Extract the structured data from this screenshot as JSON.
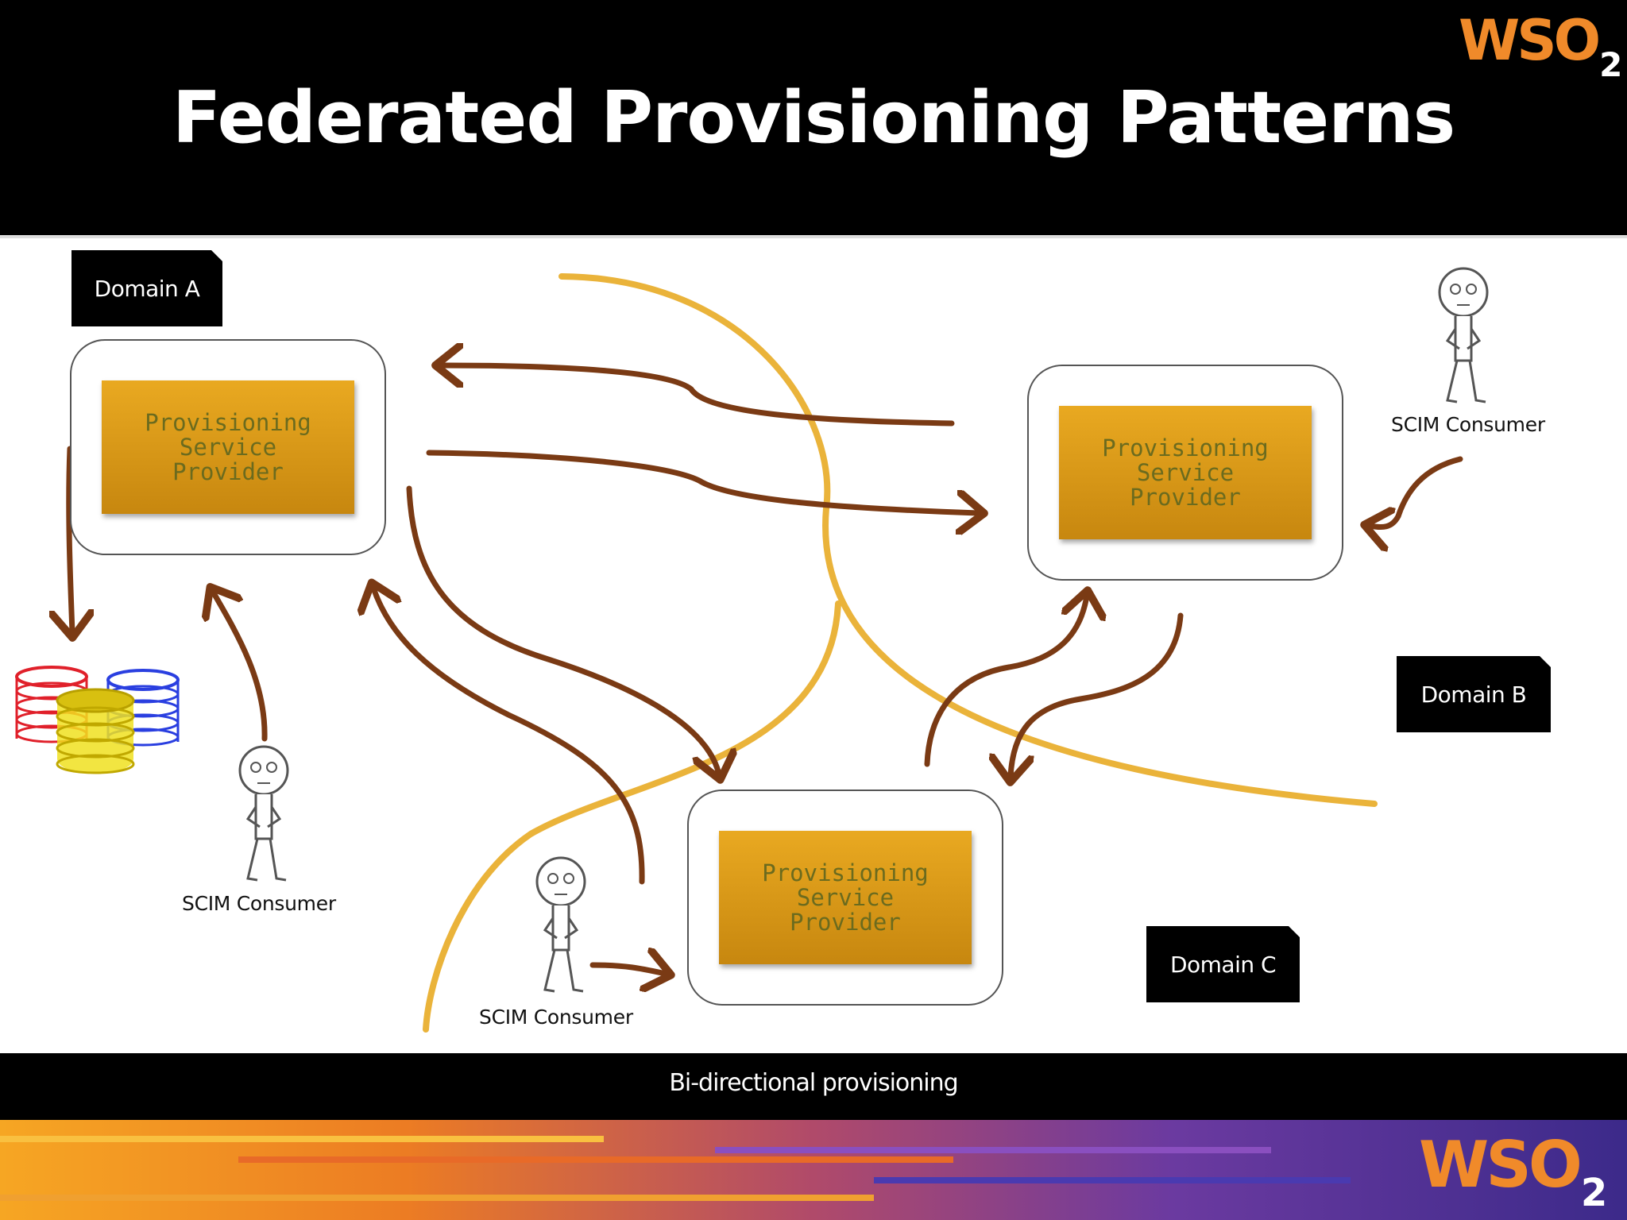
{
  "slide": {
    "title": "Federated Provisioning Patterns",
    "caption": "Bi-directional provisioning",
    "logo": {
      "text": "WS",
      "o": "O",
      "sub": "2"
    }
  },
  "domains": {
    "a": "Domain A",
    "b": "Domain B",
    "c": "Domain C"
  },
  "service_providers": {
    "a": "Provisioning\nService\nProvider",
    "b": "Provisioning\nService\nProvider",
    "c": "Provisioning\nService\nProvider"
  },
  "consumers": {
    "a": "SCIM Consumer",
    "b": "SCIM Consumer",
    "c": "SCIM Consumer"
  },
  "colors": {
    "arrow": "#7a3a14",
    "domain_curve": "#eab33a",
    "box_fill": "#d79a1a",
    "box_text": "#6b6b1e"
  },
  "icons": [
    "stick-figure-icon",
    "database-stack-icon",
    "wso2-logo"
  ]
}
